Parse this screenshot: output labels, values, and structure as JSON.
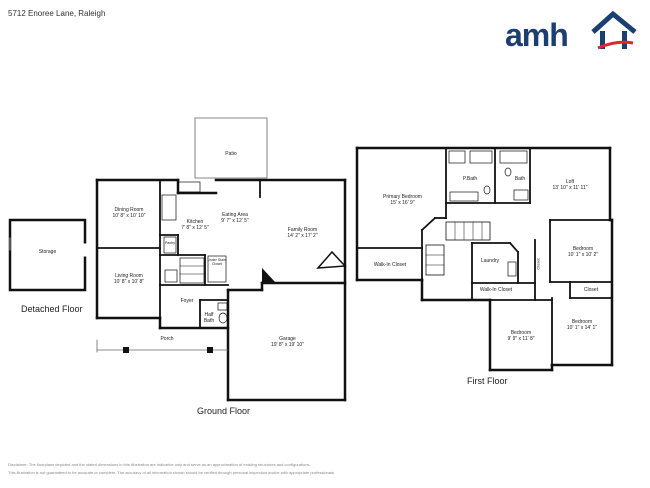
{
  "header": {
    "address": "5712 Enoree Lane, Raleigh",
    "logo_text": "amh",
    "logo_color": "#1b3e73",
    "logo_accent": "#e0262c"
  },
  "floors": {
    "detached": "Detached Floor",
    "ground": "Ground Floor",
    "first": "First Floor"
  },
  "rooms": {
    "storage": {
      "name": "Storage",
      "dim": ""
    },
    "patio": {
      "name": "Patio",
      "dim": ""
    },
    "dining": {
      "name": "Dining Room",
      "dim": "10' 8\" x 10' 10\""
    },
    "kitchen": {
      "name": "Kitchen",
      "dim": "7' 8\" x 12' 5\""
    },
    "eating": {
      "name": "Eating Area",
      "dim": "9' 7\" x 12' 5\""
    },
    "family": {
      "name": "Family Room",
      "dim": "14' 2\" x 17' 2\""
    },
    "pantry": {
      "name": "Pantry",
      "dim": ""
    },
    "living": {
      "name": "Living Room",
      "dim": "10' 8\" x 10' 8\""
    },
    "understairs": {
      "name": "Under Stairs Closet",
      "dim": ""
    },
    "foyer": {
      "name": "Foyer",
      "dim": ""
    },
    "halfbath": {
      "name": "Half Bath",
      "dim": ""
    },
    "porch": {
      "name": "Porch",
      "dim": ""
    },
    "garage": {
      "name": "Garage",
      "dim": "19' 8\" x 19' 10\""
    },
    "primary": {
      "name": "Primary Bedroom",
      "dim": "15' x 16' 9\""
    },
    "pbath": {
      "name": "P.Bath",
      "dim": ""
    },
    "bath": {
      "name": "Bath",
      "dim": ""
    },
    "loft": {
      "name": "Loft",
      "dim": "13' 10\" x 11' 11\""
    },
    "walkin1": {
      "name": "Walk-In Closet",
      "dim": ""
    },
    "laundry": {
      "name": "Laundry",
      "dim": ""
    },
    "bed2": {
      "name": "Bedroom",
      "dim": "10' 1\" x 10' 2\""
    },
    "closet1": {
      "name": "Closet",
      "dim": ""
    },
    "walkin2": {
      "name": "Walk-In Closet",
      "dim": ""
    },
    "closet2": {
      "name": "Closet",
      "dim": ""
    },
    "bed3": {
      "name": "Bedroom",
      "dim": "9' 9\" x 11' 8\""
    },
    "bed4": {
      "name": "Bedroom",
      "dim": "10' 1\" x 14' 1\""
    }
  },
  "disclaimer": {
    "line1": "Disclaimer: The floorplans depicted and the stated dimensions in this illustration are indicative only and serve as an approximation of existing structures and configurations.",
    "line2": "This illustration is not guaranteed to be accurate or complete. The accuracy of all information shown should be verified through personal inspection and/or with appropriate professionals."
  }
}
